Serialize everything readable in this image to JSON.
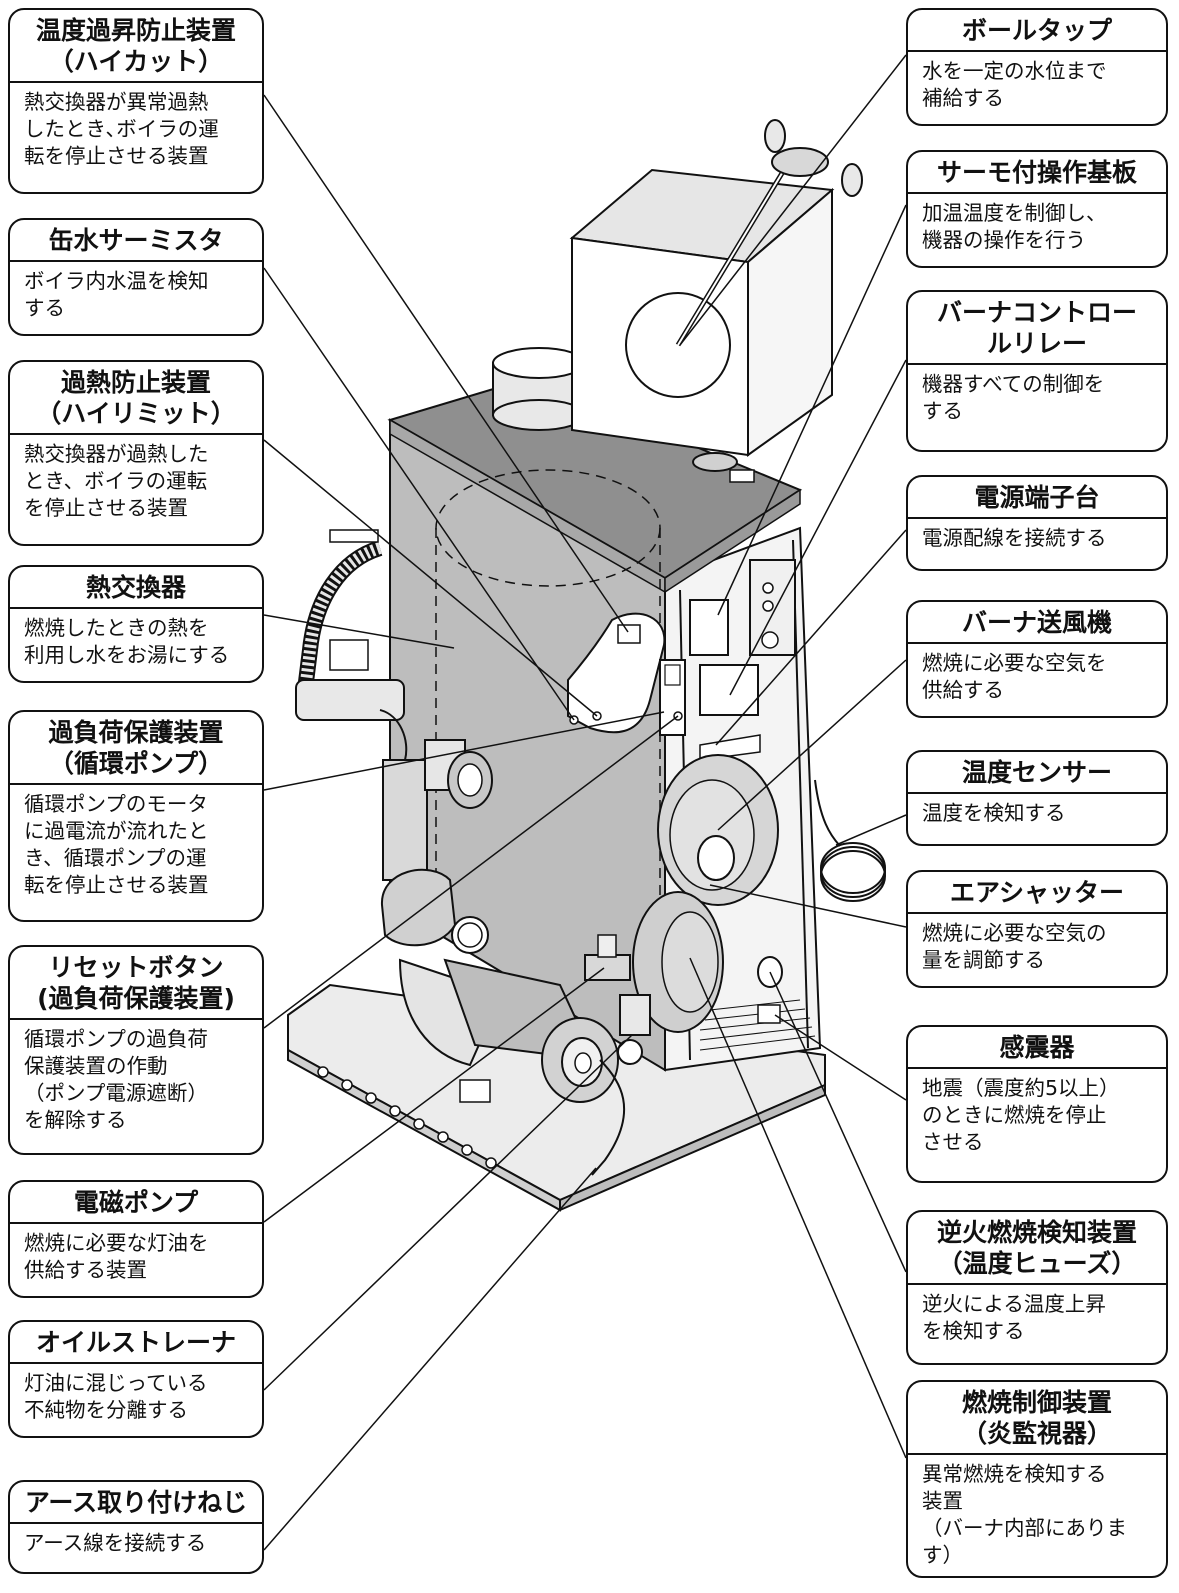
{
  "labels": {
    "high_cut": {
      "title": "温度過昇防止装置\n（ハイカット）",
      "desc": "熱交換器が異常過熱\nしたとき､ボイラの運\n転を停止させる装置"
    },
    "can_thermistor": {
      "title": "缶水サーミスタ",
      "desc": "ボイラ内水温を検知\nする"
    },
    "high_limit": {
      "title": "過熱防止装置\n（ハイリミット）",
      "desc": "熱交換器が過熱した\nとき、ボイラの運転\nを停止させる装置"
    },
    "heat_exchanger": {
      "title": "熱交換器",
      "desc": "燃焼したときの熱を\n利用し水をお湯にする"
    },
    "overload_protect": {
      "title": "過負荷保護装置\n（循環ポンプ）",
      "desc": "循環ポンプのモータ\nに過電流が流れたと\nき、循環ポンプの運\n転を停止させる装置"
    },
    "reset_button": {
      "title": "リセットボタン\n(過負荷保護装置)",
      "desc": "循環ポンプの過負荷\n保護装置の作動\n（ポンプ電源遮断）\nを解除する"
    },
    "solenoid_pump": {
      "title": "電磁ポンプ",
      "desc": "燃焼に必要な灯油を\n供給する装置"
    },
    "oil_strainer": {
      "title": "オイルストレーナ",
      "desc": "灯油に混じっている\n不純物を分離する"
    },
    "earth_screw": {
      "title": "アース取り付けねじ",
      "desc": "アース線を接続する"
    },
    "ball_tap": {
      "title": "ボールタップ",
      "desc": "水を一定の水位まで\n補給する"
    },
    "thermo_board": {
      "title": "サーモ付操作基板",
      "desc": "加温温度を制御し、\n機器の操作を行う"
    },
    "burner_relay": {
      "title": "バーナコントロー\nルリレー",
      "desc": "機器すべての制御を\nする"
    },
    "terminal_block": {
      "title": "電源端子台",
      "desc": "電源配線を接続する"
    },
    "burner_fan": {
      "title": "バーナ送風機",
      "desc": "燃焼に必要な空気を\n供給する"
    },
    "temp_sensor": {
      "title": "温度センサー",
      "desc": "温度を検知する"
    },
    "air_shutter": {
      "title": "エアシャッター",
      "desc": "燃焼に必要な空気の\n量を調節する"
    },
    "seismic": {
      "title": "感震器",
      "desc": "地震（震度約5以上）\nのときに燃焼を停止\nさせる"
    },
    "backfire": {
      "title": "逆火燃焼検知装置\n（温度ヒューズ）",
      "desc": "逆火による温度上昇\nを検知する"
    },
    "flame_monitor": {
      "title": "燃焼制御装置\n（炎監視器）",
      "desc": "異常燃焼を検知する\n装置\n（バーナ内部にあります）"
    }
  },
  "colors": {
    "body": "#bdbdbd",
    "top": "#8f8f8f",
    "outline": "#111111",
    "panel": "#ffffff",
    "base": "#e8e8e8"
  }
}
